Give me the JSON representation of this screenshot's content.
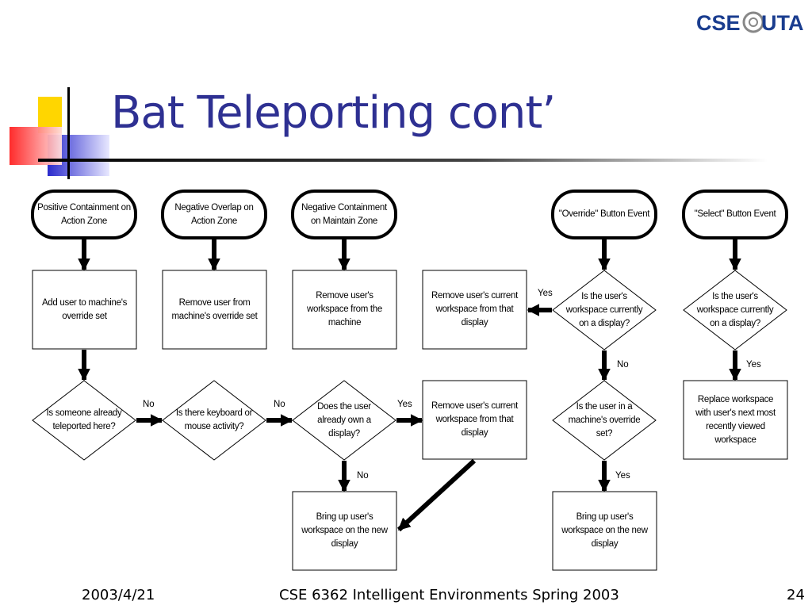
{
  "slide": {
    "title": "Bat Teleporting cont’",
    "footer_date": "2003/4/21",
    "footer_course": "CSE 6362 Intelligent Environments Spring 2003",
    "page_number": "24"
  },
  "logo": {
    "text_left": "CSE",
    "text_right": "UTA"
  },
  "events": {
    "positive_containment": "Positive Containment on Action Zone",
    "negative_overlap": "Negative Overlap on Action Zone",
    "negative_containment": "Negative Containment on Maintain Zone",
    "override_button": "\"Override\" Button Event",
    "select_button": "\"Select\" Button Event"
  },
  "processes": {
    "add_user": "Add user to machine's override set",
    "remove_user": "Remove user from machine's override set",
    "remove_workspace_machine": "Remove user's workspace from the machine",
    "remove_workspace_display_top": "Remove user's current workspace from that display",
    "remove_workspace_display_mid": "Remove user's current workspace from that display",
    "replace_workspace": "Replace workspace with user's next most recently viewed workspace",
    "bring_up_left": "Bring up user's workspace on the new display",
    "bring_up_right": "Bring up user's workspace on the new display"
  },
  "decisions": {
    "teleported": "Is someone already teleported here?",
    "keyboard": "Is there keyboard or mouse activity?",
    "own_display": "Does the user already own a display?",
    "override_on_display": "Is the user's workspace currently on a display?",
    "override_set": "Is the user in a machine's override set?",
    "select_on_display": "Is the user's workspace currently on a display?"
  },
  "edge_labels": {
    "no_1": "No",
    "no_2": "No",
    "yes_own": "Yes",
    "no_own": "No",
    "yes_override": "Yes",
    "no_override": "No",
    "yes_override_set": "Yes",
    "yes_select": "Yes"
  },
  "colors": {
    "title": "#2e3092",
    "deco_yellow": "#ffd600",
    "deco_blue": "#3c3cd0",
    "deco_red": "#ff3030",
    "logo_blue": "#1a3d8f"
  }
}
